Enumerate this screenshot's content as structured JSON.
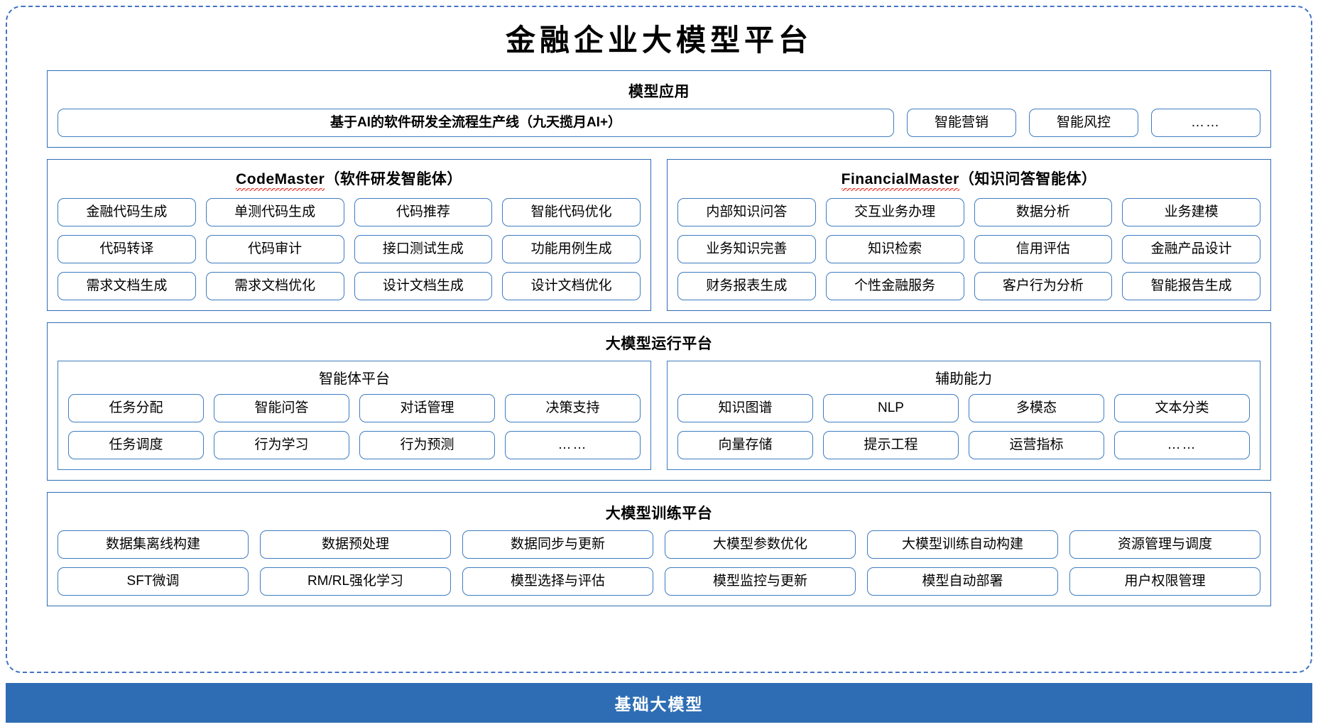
{
  "title": "金融企业大模型平台",
  "colors": {
    "frame_dashed": "#4472C4",
    "panel_border": "#2E6DB4",
    "pill_border": "#3E7CC0",
    "base_bar_bg": "#2E6DB4",
    "spellcheck_underline": "#E8453C",
    "text": "#000000"
  },
  "model_application": {
    "title": "模型应用",
    "primary": "基于AI的软件研发全流程生产线（九天揽月AI+）",
    "items": [
      "智能营销",
      "智能风控",
      "……"
    ]
  },
  "code_master": {
    "title_en": "CodeMaster",
    "title_cn": "（软件研发智能体）",
    "items": [
      "金融代码生成",
      "单测代码生成",
      "代码推荐",
      "智能代码优化",
      "代码转译",
      "代码审计",
      "接口测试生成",
      "功能用例生成",
      "需求文档生成",
      "需求文档优化",
      "设计文档生成",
      "设计文档优化"
    ]
  },
  "financial_master": {
    "title_en": "FinancialMaster",
    "title_cn": "（知识问答智能体）",
    "items": [
      "内部知识问答",
      "交互业务办理",
      "数据分析",
      "业务建模",
      "业务知识完善",
      "知识检索",
      "信用评估",
      "金融产品设计",
      "财务报表生成",
      "个性金融服务",
      "客户行为分析",
      "智能报告生成"
    ]
  },
  "runtime_platform": {
    "title": "大模型运行平台",
    "agent_platform": {
      "title": "智能体平台",
      "items": [
        "任务分配",
        "智能问答",
        "对话管理",
        "决策支持",
        "任务调度",
        "行为学习",
        "行为预测",
        "……"
      ]
    },
    "auxiliary": {
      "title": "辅助能力",
      "items": [
        "知识图谱",
        "NLP",
        "多模态",
        "文本分类",
        "向量存储",
        "提示工程",
        "运营指标",
        "……"
      ]
    }
  },
  "training_platform": {
    "title": "大模型训练平台",
    "items": [
      "数据集离线构建",
      "数据预处理",
      "数据同步与更新",
      "大模型参数优化",
      "大模型训练自动构建",
      "资源管理与调度",
      "SFT微调",
      "RM/RL强化学习",
      "模型选择与评估",
      "模型监控与更新",
      "模型自动部署",
      "用户权限管理"
    ]
  },
  "base_model_bar": {
    "label": "基础大模型"
  }
}
